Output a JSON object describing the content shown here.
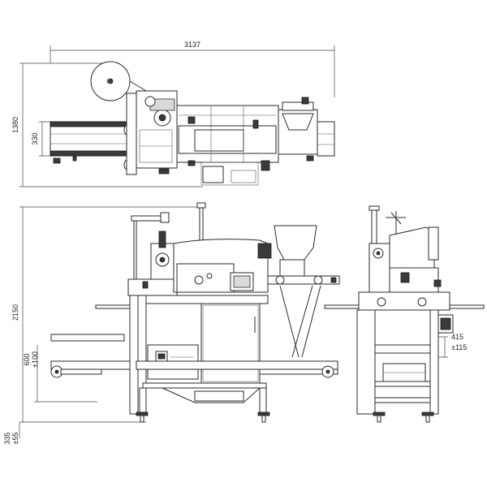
{
  "dimensions": {
    "top_width": "3137",
    "top_height": "1380",
    "top_roll_band": "330",
    "front_height": "2150",
    "conveyor_height": "600",
    "conveyor_tol": "±100",
    "feet_height": "335",
    "feet_tol": "±55",
    "side_height": "415",
    "side_tol": "±115"
  },
  "colors": {
    "line": "#2a2a2a",
    "background": "#ffffff",
    "dark": "#3a3a3a"
  }
}
